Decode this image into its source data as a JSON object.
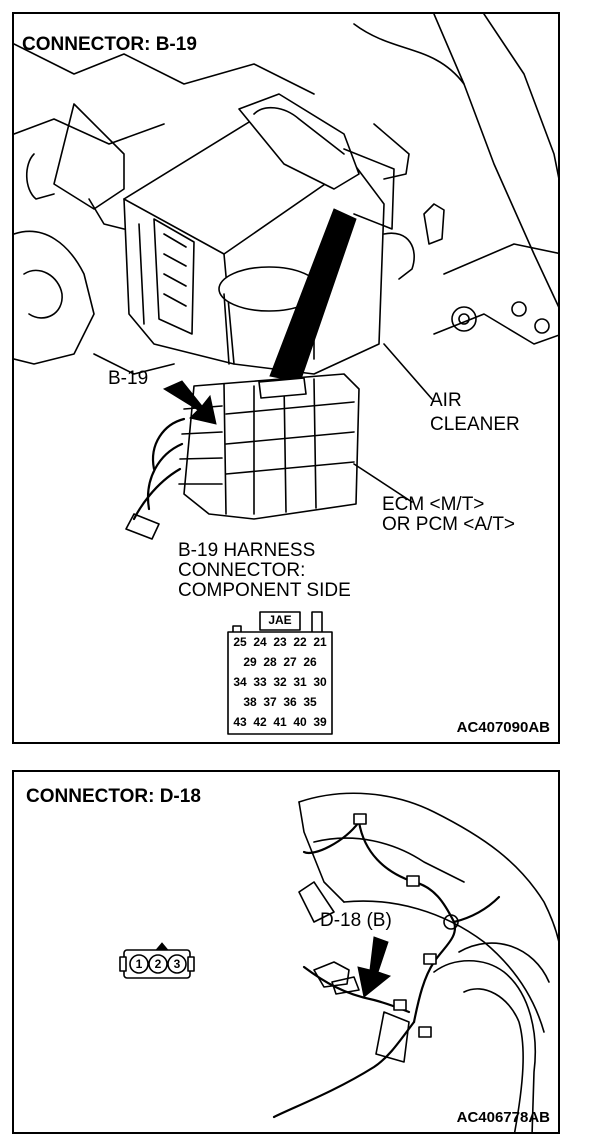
{
  "top_panel": {
    "title": "CONNECTOR: B-19",
    "callout_b19": "B-19",
    "air_cleaner_line1": "AIR",
    "air_cleaner_line2": "CLEANER",
    "ecm_line1": "ECM <M/T>",
    "ecm_line2": "OR PCM <A/T>",
    "harness_line1": "B-19 HARNESS",
    "harness_line2": "CONNECTOR:",
    "harness_line3": "COMPONENT SIDE",
    "connector_tag": "JAE",
    "pin_rows": [
      [
        "25",
        "24",
        "23",
        "22",
        "21"
      ],
      [
        "29",
        "28",
        "27",
        "26"
      ],
      [
        "34",
        "33",
        "32",
        "31",
        "30"
      ],
      [
        "38",
        "37",
        "36",
        "35"
      ],
      [
        "43",
        "42",
        "41",
        "40",
        "39"
      ]
    ],
    "figure_code": "AC407090AB"
  },
  "bottom_panel": {
    "title": "CONNECTOR: D-18",
    "callout_d18": "D-18 (B)",
    "pins": [
      "1",
      "2",
      "3"
    ],
    "figure_code": "AC406778AB"
  }
}
